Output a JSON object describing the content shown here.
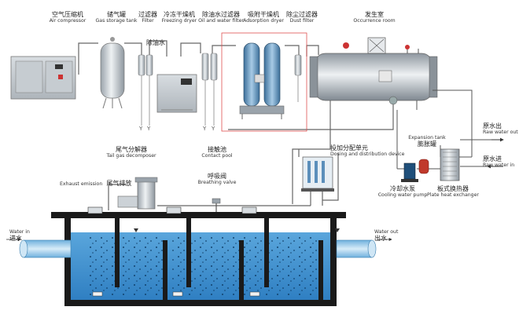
{
  "equipment": {
    "air_compressor": {
      "zh": "空气压缩机",
      "en": "Air compressor"
    },
    "gas_storage_tank": {
      "zh": "储气罐",
      "en": "Gas storage tank"
    },
    "filter": {
      "zh": "过滤器",
      "en": "Filter"
    },
    "freezing_dryer": {
      "zh": "冷冻干燥机",
      "en": "Freezing dryer"
    },
    "oil_water_filter": {
      "zh": "除油水过滤器",
      "en": "Oil and water filter"
    },
    "adsorption_dryer": {
      "zh": "吸附干燥机",
      "en": "Adsorption dryer"
    },
    "dust_filter": {
      "zh": "除尘过滤器",
      "en": "Dust filter"
    },
    "occurrence_room": {
      "zh": "发生室",
      "en": "Occurrence room"
    },
    "oil_removal_water": {
      "zh": "除油水"
    },
    "tail_gas_decomposer": {
      "zh": "尾气分解器",
      "en": "Tail gas decomposer"
    },
    "contact_pool": {
      "zh": "接触池",
      "en": "Contact pool"
    },
    "breathing_valve": {
      "zh": "呼吸阀",
      "en": "Breathing valve"
    },
    "exhaust_emission": {
      "zh": "尾气排放",
      "en": "Exhaust emission"
    },
    "dosing_distribution": {
      "zh": "投加分配单元",
      "en": "Dosing and distribution device"
    },
    "expansion_tank": {
      "zh": "膨胀罐",
      "en": "Expansion tank"
    },
    "cooling_water_pump": {
      "zh": "冷却水泵",
      "en": "Cooling water pump"
    },
    "plate_heat_exchanger": {
      "zh": "板式换热器",
      "en": "Plate heat exchanger"
    },
    "raw_water_out": {
      "zh": "原水出",
      "en": "Raw water out"
    },
    "raw_water_in": {
      "zh": "原水进",
      "en": "Raw water in"
    },
    "water_in": {
      "zh": "进水",
      "en": "Water in"
    },
    "water_out": {
      "zh": "出水",
      "en": "Water out"
    }
  },
  "colors": {
    "water": "#3a8fd0",
    "water_light": "#8fc6ea",
    "tank_wall": "#1a1a1a",
    "pipe": "#555555",
    "highlight_line": "#e05050"
  }
}
